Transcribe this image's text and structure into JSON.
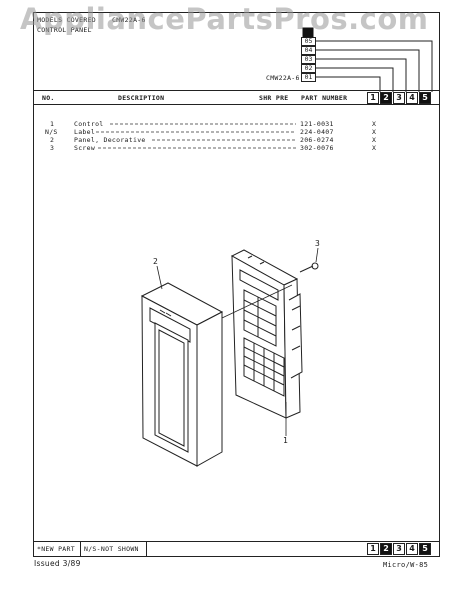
{
  "header": {
    "models_covered_label": "MODELS COVERED",
    "model": "CMW22A-6",
    "section_title": "CONTROL PANEL",
    "model_row_label": "CMW22A-6",
    "model_codes": [
      "05",
      "04",
      "03",
      "02",
      "01"
    ]
  },
  "columns": {
    "no": "NO.",
    "description": "DESCRIPTION",
    "shr_pre": "SHR PRE",
    "part_number": "PART NUMBER",
    "col_numbers": [
      "1",
      "2",
      "3",
      "4",
      "5"
    ]
  },
  "parts": [
    {
      "no": "1",
      "description": "Control",
      "part_number": "121-0031",
      "mark": "X"
    },
    {
      "no": "N/S",
      "description": "Label",
      "part_number": "224-0407",
      "mark": "X"
    },
    {
      "no": "2",
      "description": "Panel, Decorative",
      "part_number": "206-0274",
      "mark": "X"
    },
    {
      "no": "3",
      "description": "Screw",
      "part_number": "302-0076",
      "mark": "X"
    }
  ],
  "callouts": [
    "2",
    "3",
    "1"
  ],
  "footer": {
    "new_part": "*NEW PART",
    "not_shown": "N/S-NOT SHOWN",
    "col_numbers": [
      "1",
      "2",
      "3",
      "4",
      "5"
    ],
    "issued": "Issued 3/89",
    "page_ref": "Micro/W-85"
  },
  "watermark": "AppliancePartsPros.com"
}
